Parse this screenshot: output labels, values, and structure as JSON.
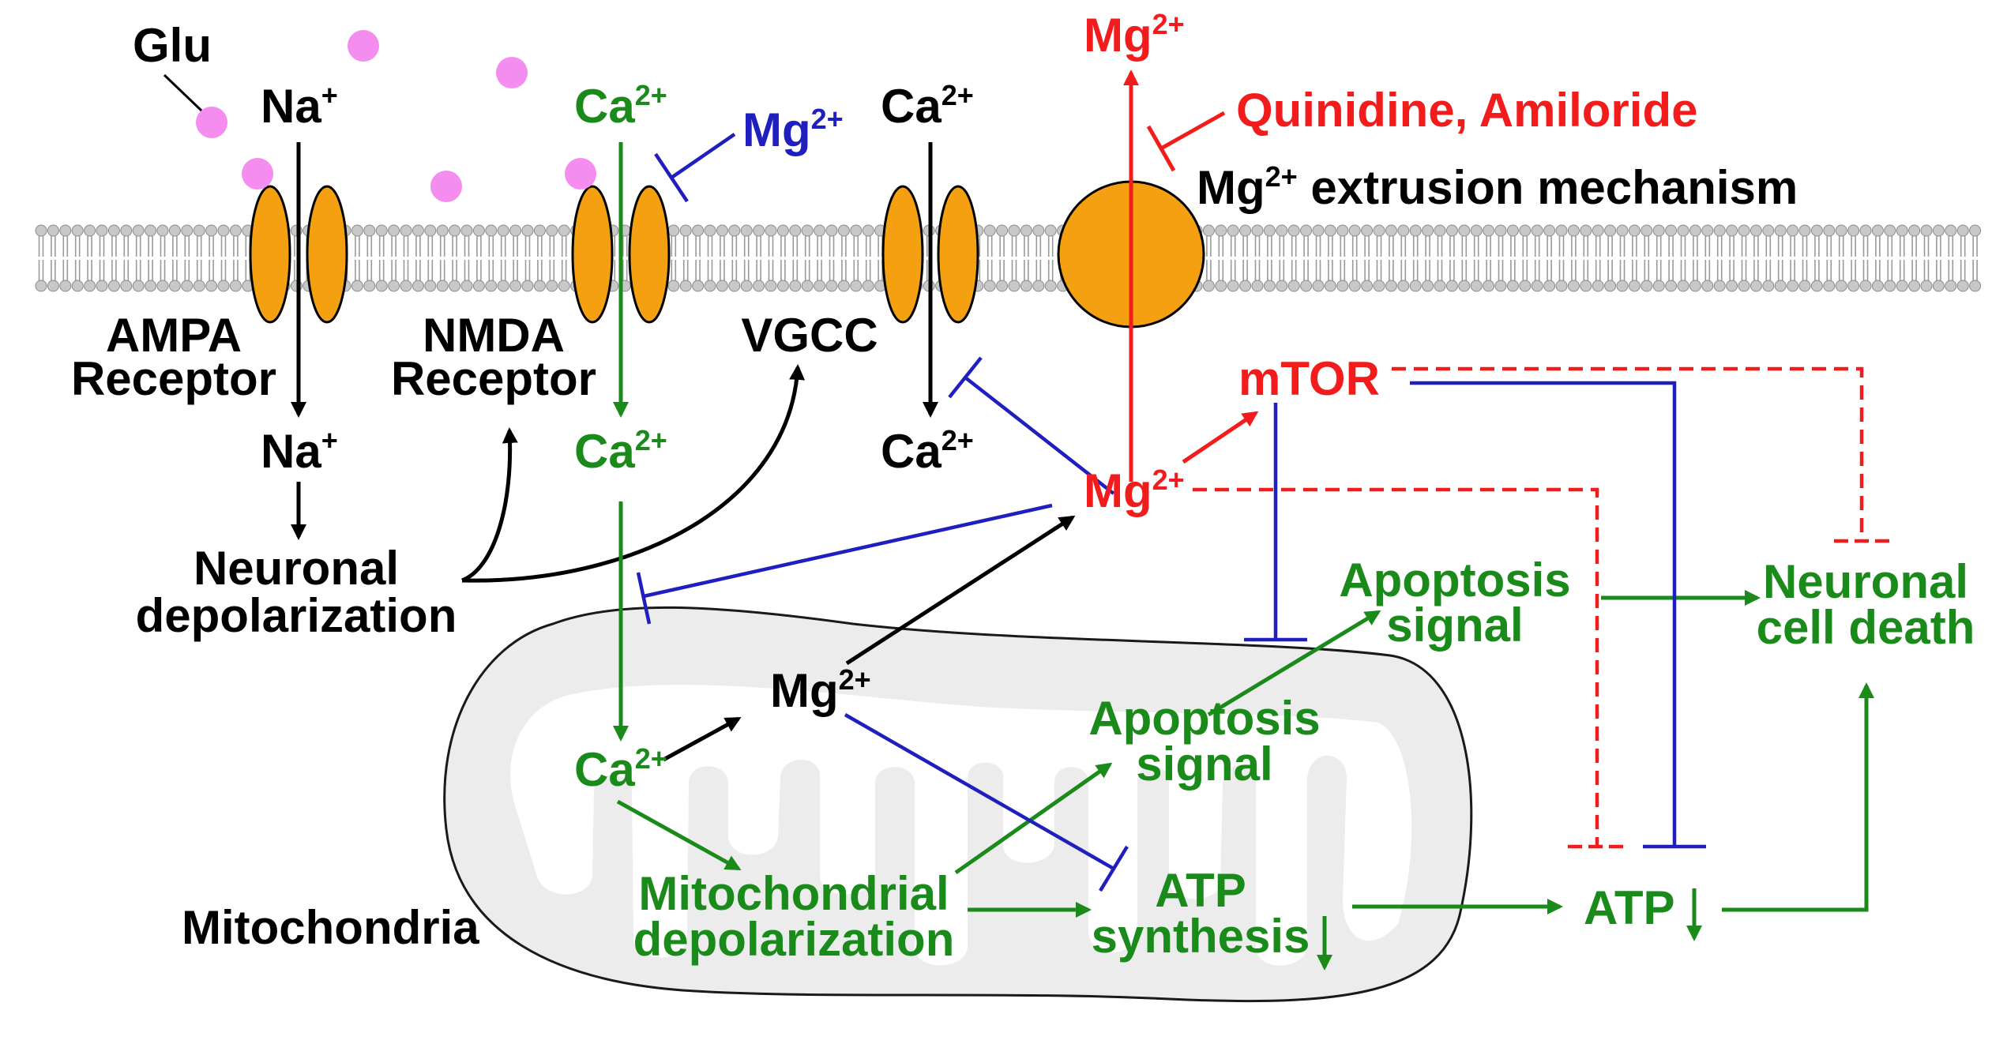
{
  "colors": {
    "black": "#000000",
    "green": "#1a8a1a",
    "blue": "#1f1fbf",
    "red": "#f21c1c",
    "channel": "#f5a011",
    "glutamate": "#f58cf0",
    "membrane_head": "#c8c8c8",
    "mitochondria_fill": "#ececec"
  },
  "labels": {
    "glu": "Glu",
    "na_top": "Na",
    "na_bottom": "Na",
    "plus": "+",
    "ca_nmda_top": "Ca",
    "ca_nmda_bottom": "Ca",
    "ca_vgcc_top": "Ca",
    "ca_vgcc_bottom": "Ca",
    "ca_mito": "Ca",
    "two_plus": "2+",
    "mg_blue": "Mg",
    "mg_red_top": "Mg",
    "mg_red_center": "Mg",
    "mg_mito": "Mg",
    "ampa_line1": "AMPA",
    "ampa_line2": "Receptor",
    "nmda_line1": "NMDA",
    "nmda_line2": "Receptor",
    "vgcc": "VGCC",
    "quinidine": "Quinidine, Amiloride",
    "extrusion_suffix": " extrusion mechanism",
    "extrusion_mg": "Mg",
    "neuronal_depol_line1": "Neuronal",
    "neuronal_depol_line2": "depolarization",
    "mtor": "mTOR",
    "apoptosis_outer_line1": "Apoptosis",
    "apoptosis_outer_line2": "signal",
    "apoptosis_inner_line1": "Apoptosis",
    "apoptosis_inner_line2": "signal",
    "cell_death_line1": "Neuronal",
    "cell_death_line2": "cell death",
    "mito_depol_line1": "Mitochondrial",
    "mito_depol_line2": "depolarization",
    "atp_synth_line1": "ATP",
    "atp_synth_line2": "synthesis",
    "atp": "ATP",
    "mitochondria": "Mitochondria"
  }
}
